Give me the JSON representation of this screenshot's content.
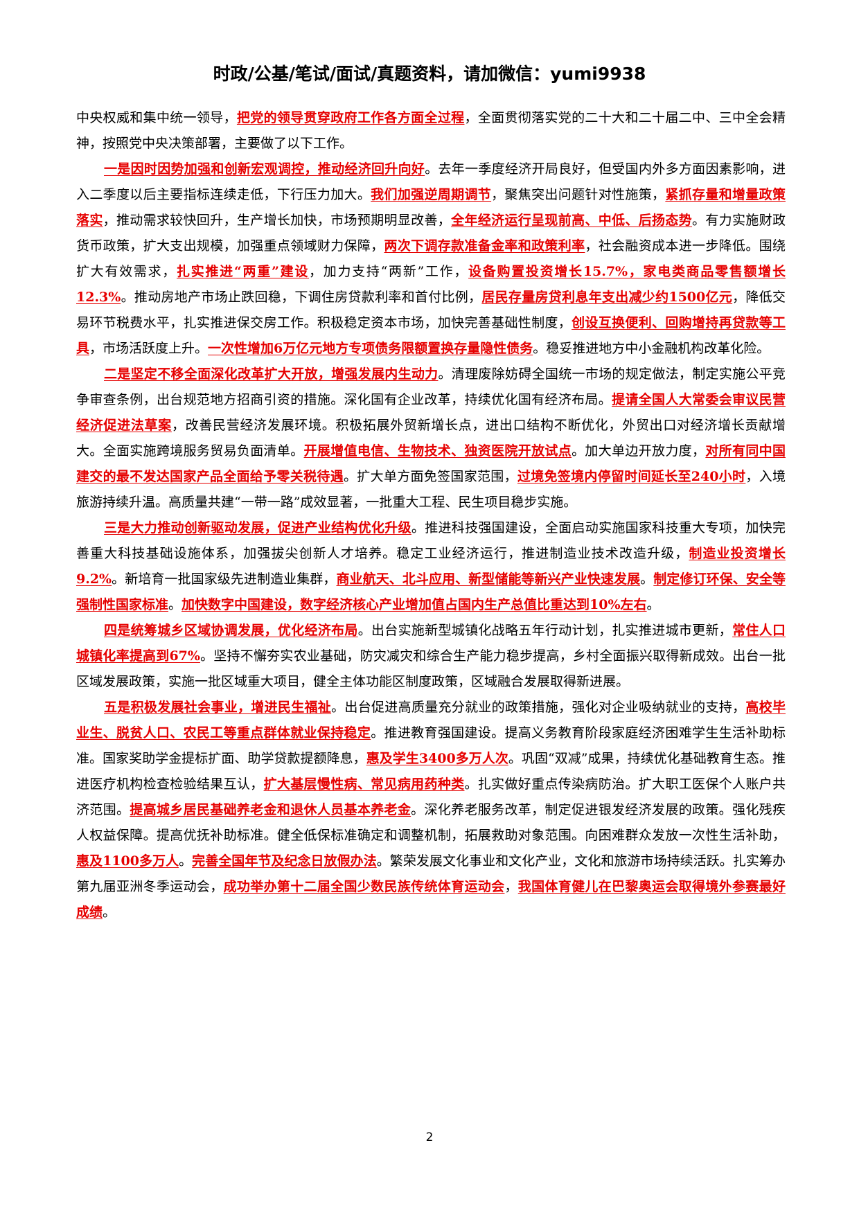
{
  "header": "时政/公基/笔试/面试/真题资料，请加微信：yumi9938",
  "page_number": "2",
  "highlight_color": "#e60000",
  "paragraphs": [
    {
      "indent": false,
      "segments": [
        {
          "t": "中央权威和集中统一领导，"
        },
        {
          "t": "把党的领导贯穿政府工作各方面全过程",
          "h": true
        },
        {
          "t": "，全面贯彻落实党的二十大和二十届二中、三中全会精神，按照党中央决策部署，主要做了以下工作。"
        }
      ]
    },
    {
      "indent": true,
      "segments": [
        {
          "t": "一是因时因势加强和创新宏观调控，推动经济回升向好",
          "h": true
        },
        {
          "t": "。去年一季度经济开局良好，但受国内外多方面因素影响，进入二季度以后主要指标连续走低，下行压力加大。"
        },
        {
          "t": "我们加强逆周期调节",
          "h": true
        },
        {
          "t": "，聚焦突出问题针对性施策，"
        },
        {
          "t": "紧抓存量和增量政策落实",
          "h": true
        },
        {
          "t": "，推动需求较快回升，生产增长加快，市场预期明显改善，"
        },
        {
          "t": "全年经济运行呈现前高、中低、后扬态势",
          "h": true
        },
        {
          "t": "。有力实施财政货币政策，扩大支出规模，加强重点领域财力保障，"
        },
        {
          "t": "两次下调存款准备金率和政策利率",
          "h": true
        },
        {
          "t": "，社会融资成本进一步降低。围绕扩大有效需求，"
        },
        {
          "t": "扎实推进“两重”建设",
          "h": true
        },
        {
          "t": "，加力支持“两新”工作，"
        },
        {
          "t": "设备购置投资增长15.7%，家电类商品零售额增长12.3%",
          "h": true
        },
        {
          "t": "。推动房地产市场止跌回稳，下调住房贷款利率和首付比例，"
        },
        {
          "t": "居民存量房贷利息年支出减少约1500亿元",
          "h": true
        },
        {
          "t": "，降低交易环节税费水平，扎实推进保交房工作。积极稳定资本市场，加快完善基础性制度，"
        },
        {
          "t": "创设互换便利、回购增持再贷款等工具",
          "h": true
        },
        {
          "t": "，市场活跃度上升。"
        },
        {
          "t": "一次性增加6万亿元地方专项债务限额置换存量隐性债务",
          "h": true
        },
        {
          "t": "。稳妥推进地方中小金融机构改革化险。"
        }
      ]
    },
    {
      "indent": true,
      "segments": [
        {
          "t": "二是坚定不移全面深化改革扩大开放，增强发展内生动力",
          "h": true
        },
        {
          "t": "。清理废除妨碍全国统一市场的规定做法，制定实施公平竞争审查条例，出台规范地方招商引资的措施。深化国有企业改革，持续优化国有经济布局。"
        },
        {
          "t": "提请全国人大常委会审议民营经济促进法草案",
          "h": true
        },
        {
          "t": "，改善民营经济发展环境。积极拓展外贸新增长点，进出口结构不断优化，外贸出口对经济增长贡献增大。全面实施跨境服务贸易负面清单。"
        },
        {
          "t": "开展增值电信、生物技术、独资医院开放试点",
          "h": true
        },
        {
          "t": "。加大单边开放力度，"
        },
        {
          "t": "对所有同中国建交的最不发达国家产品全面给予零关税待遇",
          "h": true
        },
        {
          "t": "。扩大单方面免签国家范围，"
        },
        {
          "t": "过境免签境内停留时间延长至240小时",
          "h": true
        },
        {
          "t": "，入境旅游持续升温。高质量共建“一带一路”成效显著，一批重大工程、民生项目稳步实施。"
        }
      ]
    },
    {
      "indent": true,
      "segments": [
        {
          "t": "三是大力推动创新驱动发展，促进产业结构优化升级",
          "h": true
        },
        {
          "t": "。推进科技强国建设，全面启动实施国家科技重大专项，加快完善重大科技基础设施体系，加强拔尖创新人才培养。稳定工业经济运行，推进制造业技术改造升级，"
        },
        {
          "t": "制造业投资增长9.2%",
          "h": true
        },
        {
          "t": "。新培育一批国家级先进制造业集群，"
        },
        {
          "t": "商业航天、北斗应用、新型储能等新兴产业快速发展",
          "h": true
        },
        {
          "t": "。"
        },
        {
          "t": "制定修订环保、安全等强制性国家标准",
          "h": true
        },
        {
          "t": "。"
        },
        {
          "t": "加快数字中国建设，数字经济核心产业增加值占国内生产总值比重达到10%左右",
          "h": true
        },
        {
          "t": "。"
        }
      ]
    },
    {
      "indent": true,
      "segments": [
        {
          "t": "四是统筹城乡区域协调发展，优化经济布局",
          "h": true
        },
        {
          "t": "。出台实施新型城镇化战略五年行动计划，扎实推进城市更新，"
        },
        {
          "t": "常住人口城镇化率提高到67%",
          "h": true
        },
        {
          "t": "。坚持不懈夯实农业基础，防灾减灾和综合生产能力稳步提高，乡村全面振兴取得新成效。出台一批区域发展政策，实施一批区域重大项目，健全主体功能区制度政策，区域融合发展取得新进展。"
        }
      ]
    },
    {
      "indent": true,
      "segments": [
        {
          "t": "五是积极发展社会事业，增进民生福祉",
          "h": true
        },
        {
          "t": "。出台促进高质量充分就业的政策措施，强化对企业吸纳就业的支持，"
        },
        {
          "t": "高校毕业生、脱贫人口、农民工等重点群体就业保持稳定",
          "h": true
        },
        {
          "t": "。推进教育强国建设。提高义务教育阶段家庭经济困难学生生活补助标准。国家奖助学金提标扩面、助学贷款提额降息，"
        },
        {
          "t": "惠及学生3400多万人次",
          "h": true
        },
        {
          "t": "。巩固“双减”成果，持续优化基础教育生态。推进医疗机构检查检验结果互认，"
        },
        {
          "t": "扩大基层慢性病、常见病用药种类",
          "h": true
        },
        {
          "t": "。扎实做好重点传染病防治。扩大职工医保个人账户共济范围。"
        },
        {
          "t": "提高城乡居民基础养老金和退休人员基本养老金",
          "h": true
        },
        {
          "t": "。深化养老服务改革，制定促进银发经济发展的政策。强化残疾人权益保障。提高优抚补助标准。健全低保标准确定和调整机制，拓展救助对象范围。向困难群众发放一次性生活补助，"
        },
        {
          "t": "惠及1100多万人",
          "h": true
        },
        {
          "t": "。"
        },
        {
          "t": "完善全国年节及纪念日放假办法",
          "h": true
        },
        {
          "t": "。繁荣发展文化事业和文化产业，文化和旅游市场持续活跃。扎实筹办第九届亚洲冬季运动会，"
        },
        {
          "t": "成功举办第十二届全国少数民族传统体育运动会",
          "h": true
        },
        {
          "t": "，"
        },
        {
          "t": "我国体育健儿在巴黎奥运会取得境外参赛最好成绩",
          "h": true
        },
        {
          "t": "。"
        }
      ]
    }
  ]
}
